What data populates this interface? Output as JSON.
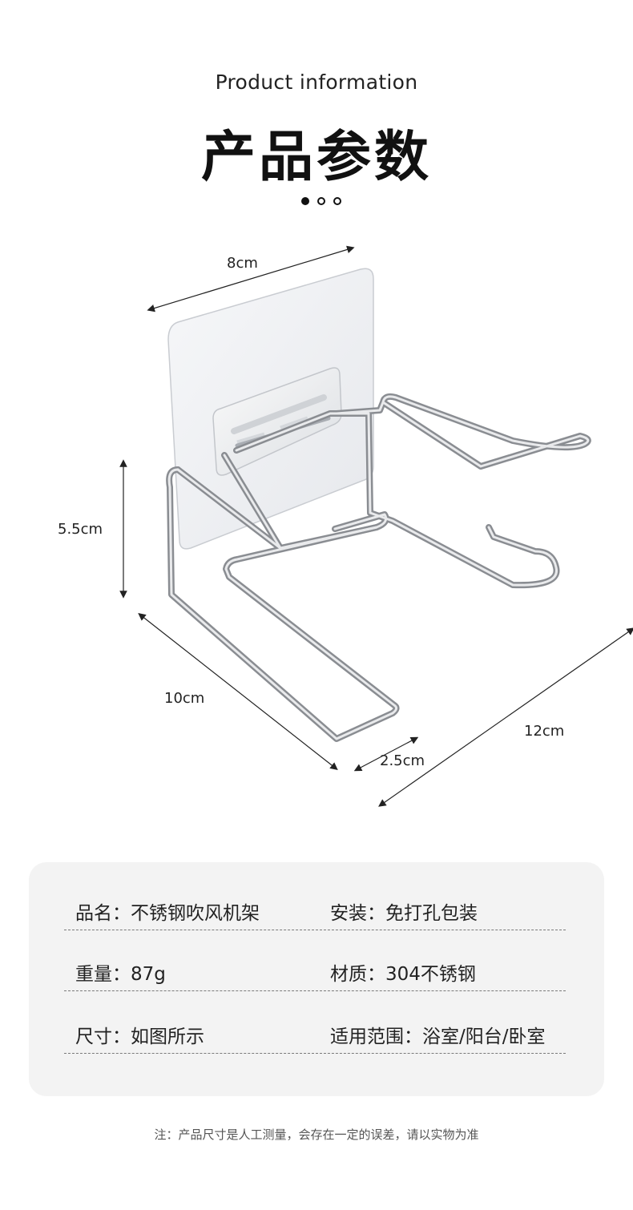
{
  "header": {
    "subtitle": "Product information",
    "title": "产品参数"
  },
  "dimensions": {
    "width_top": "8cm",
    "height_left": "5.5cm",
    "depth_left": "10cm",
    "arm_width": "2.5cm",
    "depth_right": "12cm"
  },
  "specs": [
    {
      "left": "品名：不锈钢吹风机架",
      "right": "安装：免打孔包装"
    },
    {
      "left": "重量：87g",
      "right": "材质：304不锈钢"
    },
    {
      "left": "尺寸：如图所示",
      "right": "适用范围：浴室/阳台/卧室"
    }
  ],
  "footnote": "注：产品尺寸是人工测量，会存在一定的误差，请以实物为准"
}
